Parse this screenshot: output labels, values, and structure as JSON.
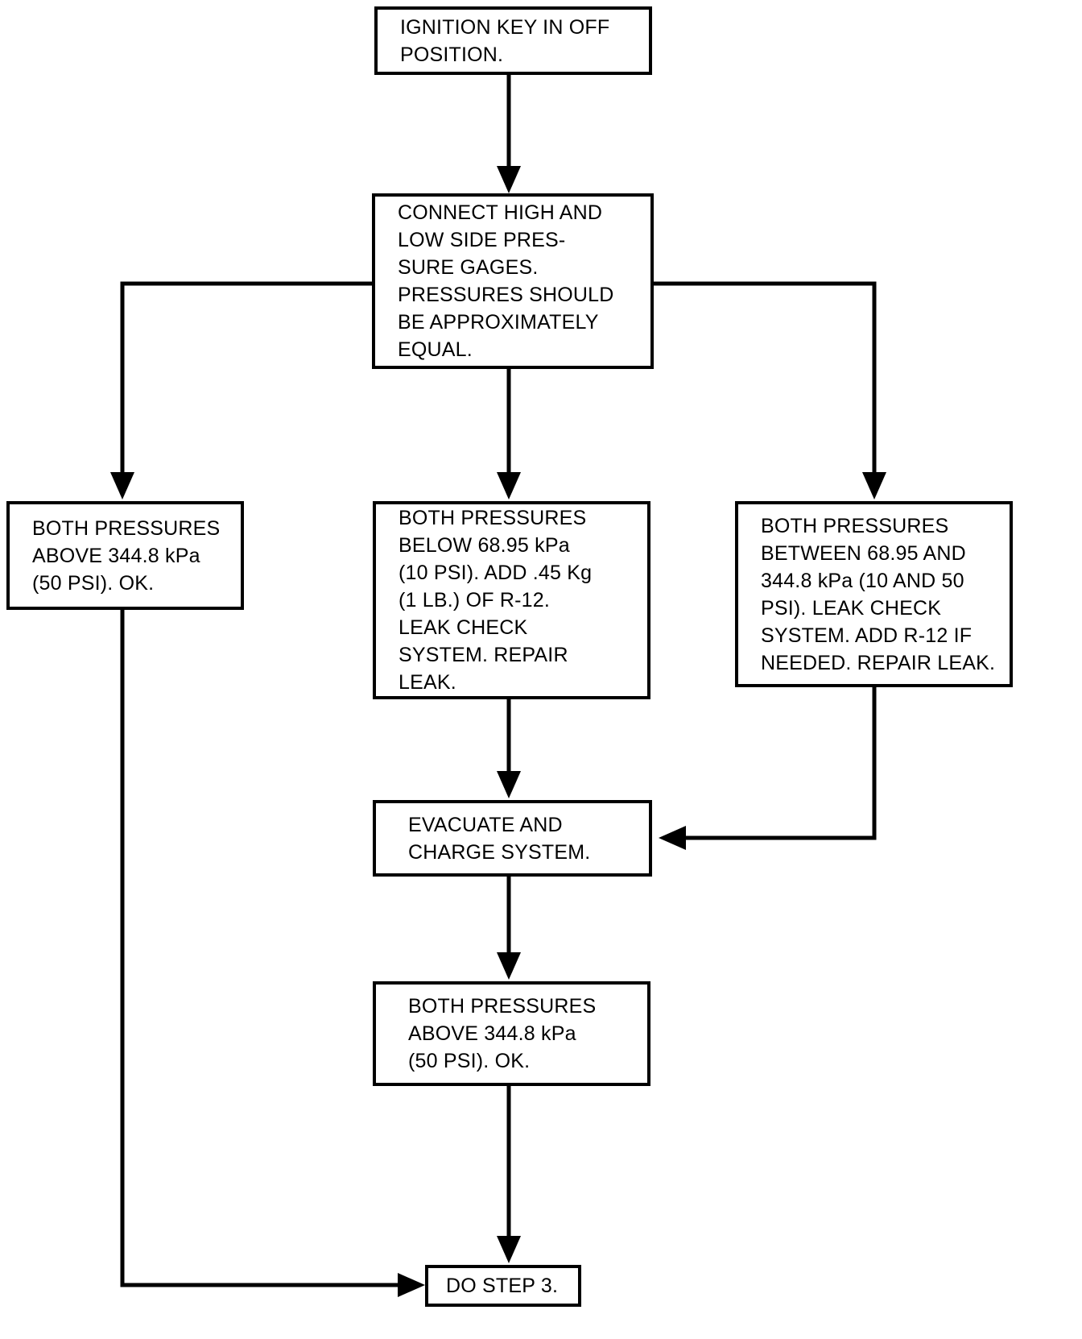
{
  "diagram": {
    "title": "Air conditioning system pressure check flowchart",
    "type": "flowchart",
    "background_color": "#ffffff",
    "line_color": "#000000",
    "text_color": "#000000"
  },
  "nodes": {
    "ignition": {
      "id": "ignition-key-off",
      "text": "IGNITION KEY IN OFF\nPOSITION."
    },
    "connect_gages": {
      "id": "connect-pressure-gages",
      "text": "CONNECT HIGH AND\nLOW SIDE PRES-\nSURE GAGES.\nPRESSURES SHOULD\nBE APPROXIMATELY\nEQUAL."
    },
    "above_left": {
      "id": "both-pressures-above-ok",
      "text": "BOTH PRESSURES\nABOVE 344.8 kPa\n(50 PSI). OK."
    },
    "below_center": {
      "id": "both-pressures-below-add-r12",
      "text": "BOTH PRESSURES\nBELOW 68.95 kPa\n(10 PSI). ADD .45 Kg\n(1 LB.) OF R-12.\nLEAK CHECK\nSYSTEM. REPAIR\nLEAK."
    },
    "between_right": {
      "id": "both-pressures-between-leak-check",
      "text": "BOTH PRESSURES\nBETWEEN 68.95 AND\n344.8 kPa (10 AND 50\nPSI). LEAK CHECK\nSYSTEM. ADD R-12 IF\nNEEDED. REPAIR LEAK."
    },
    "evacuate": {
      "id": "evacuate-and-charge-system",
      "text": "EVACUATE AND\nCHARGE SYSTEM."
    },
    "above_after_charge": {
      "id": "both-pressures-above-ok-2",
      "text": "BOTH PRESSURES\nABOVE 344.8 kPa\n(50 PSI). OK."
    },
    "do_step_3": {
      "id": "do-step-3",
      "text": "DO STEP 3."
    }
  },
  "connectors": [
    {
      "from": "ignition",
      "to": "connect_gages",
      "style": "straight-down-arrow"
    },
    {
      "from": "connect_gages",
      "to": "above_left",
      "style": "elbow-left-down-arrow"
    },
    {
      "from": "connect_gages",
      "to": "below_center",
      "style": "straight-down-arrow"
    },
    {
      "from": "connect_gages",
      "to": "between_right",
      "style": "elbow-right-down-arrow"
    },
    {
      "from": "below_center",
      "to": "evacuate",
      "style": "straight-down-arrow"
    },
    {
      "from": "between_right",
      "to": "evacuate",
      "style": "elbow-down-left-arrow"
    },
    {
      "from": "evacuate",
      "to": "above_after_charge",
      "style": "straight-down-arrow"
    },
    {
      "from": "above_after_charge",
      "to": "do_step_3",
      "style": "straight-down-arrow"
    },
    {
      "from": "above_left",
      "to": "do_step_3",
      "style": "elbow-down-right-arrow"
    }
  ]
}
